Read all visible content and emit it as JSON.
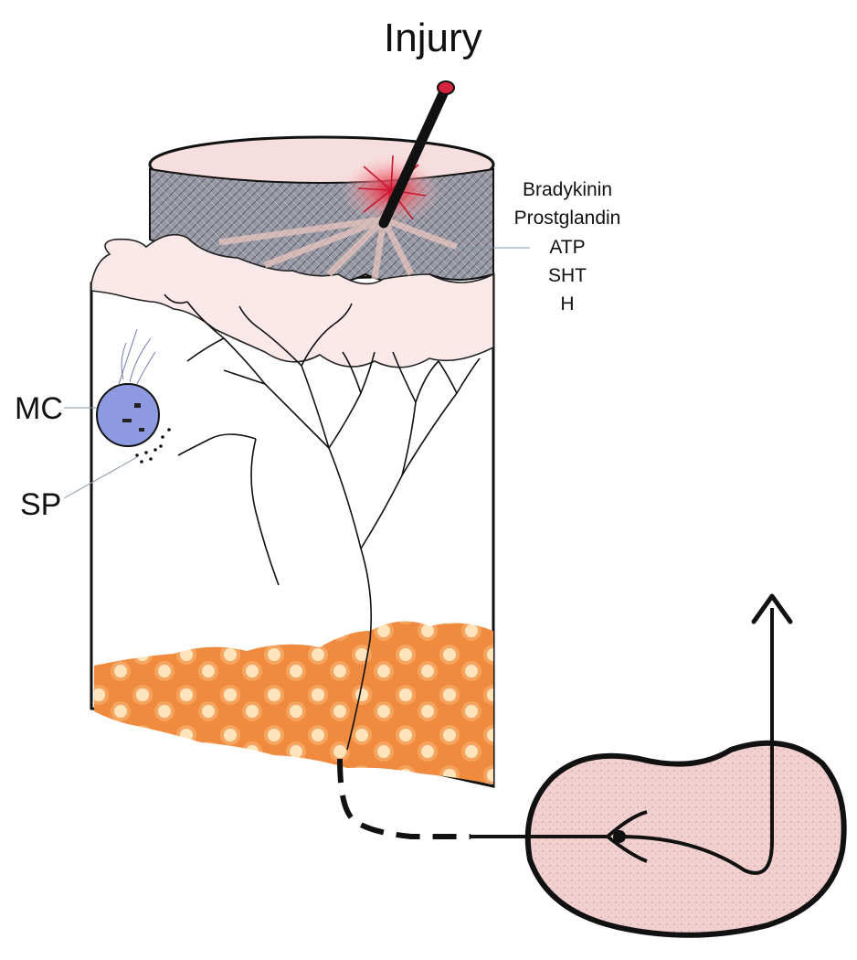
{
  "title": "Injury",
  "mediators": [
    "Bradykinin",
    "Prostglandin",
    "ATP",
    "SHT",
    "H"
  ],
  "cell_labels": {
    "mast_cell": "MC",
    "substance_p": "SP"
  },
  "colors": {
    "epidermis": "#8a8b95",
    "injury_site": "#d8233f",
    "fat_layer": "#f08a3e",
    "spinal_cord": "#f1d0cf",
    "outline": "#111111",
    "mast_cell": "#8e9ae0"
  }
}
